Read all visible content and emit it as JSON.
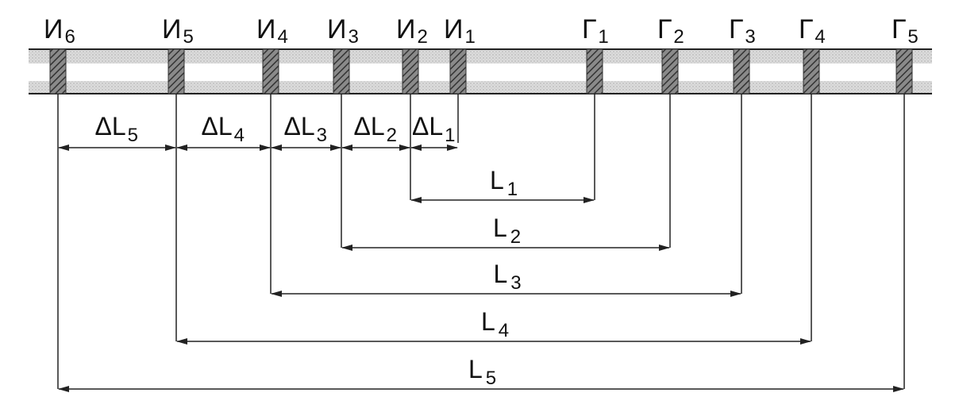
{
  "colors": {
    "line": "#222222",
    "stripe": "#d4d4d4",
    "hatch": "#555555",
    "text": "#111111"
  },
  "transmitters": [
    {
      "letter": "И",
      "sub": "6"
    },
    {
      "letter": "И",
      "sub": "5"
    },
    {
      "letter": "И",
      "sub": "4"
    },
    {
      "letter": "И",
      "sub": "3"
    },
    {
      "letter": "И",
      "sub": "2"
    },
    {
      "letter": "И",
      "sub": "1"
    }
  ],
  "receivers": [
    {
      "letter": "Г",
      "sub": "1"
    },
    {
      "letter": "Г",
      "sub": "2"
    },
    {
      "letter": "Г",
      "sub": "3"
    },
    {
      "letter": "Г",
      "sub": "4"
    },
    {
      "letter": "Г",
      "sub": "5"
    }
  ],
  "delta_dims": [
    {
      "label": "ΔL",
      "sub": "5"
    },
    {
      "label": "ΔL",
      "sub": "4"
    },
    {
      "label": "ΔL",
      "sub": "3"
    },
    {
      "label": "ΔL",
      "sub": "2"
    },
    {
      "label": "ΔL",
      "sub": "1"
    }
  ],
  "long_dims": [
    {
      "label": "L",
      "sub": "1"
    },
    {
      "label": "L",
      "sub": "2"
    },
    {
      "label": "L",
      "sub": "3"
    },
    {
      "label": "L",
      "sub": "4"
    },
    {
      "label": "L",
      "sub": "5"
    }
  ]
}
